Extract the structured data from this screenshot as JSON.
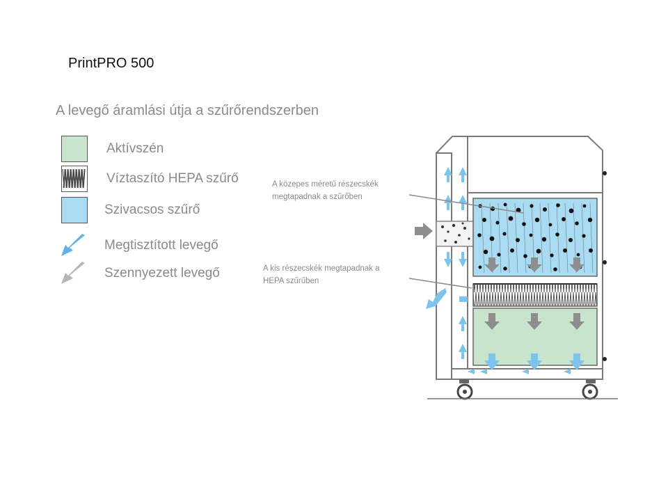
{
  "title": "PrintPRO 500",
  "subtitle": "A levegő áramlási útja a szűrőrendszerben",
  "legend": {
    "carbon": "Aktívszén",
    "hepa": "Víztaszító HEPA szűrő",
    "sponge": "Szivacsos szűrő",
    "clean_air": "Megtisztított levegő",
    "dirty_air": "Szennyezett levegő"
  },
  "callouts": {
    "medium": [
      "A közepes méretű részecskék",
      "megtapadnak a szűrőben"
    ],
    "small": [
      "A kis részecskék megtapadnak a",
      "HEPA szűrűben"
    ]
  },
  "colors": {
    "carbon": "#c9e4cc",
    "sponge": "#a9dbf2",
    "clean_arrow": "#5fb3e6",
    "dirty_arrow": "#9a9a9a"
  }
}
